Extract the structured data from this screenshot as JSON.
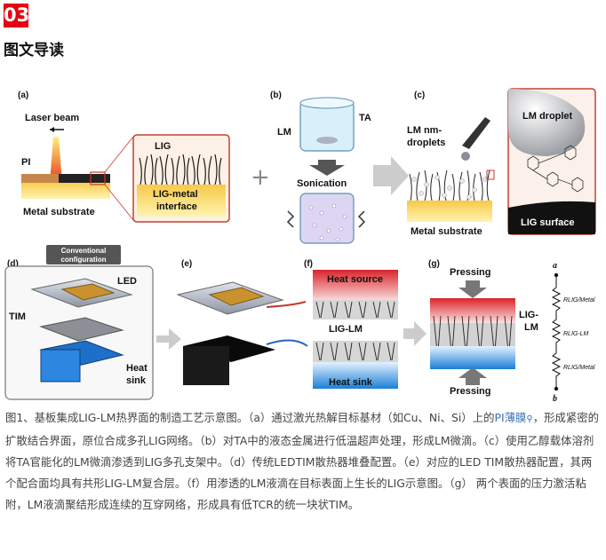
{
  "section": {
    "number": "03",
    "title": "图文导读"
  },
  "figure": {
    "panels": {
      "a": {
        "tag": "(a)",
        "laser": "Laser beam",
        "pi": "PI",
        "metal": "Metal substrate",
        "lig": "LIG",
        "interface_1": "LIG-metal",
        "interface_2": "interface"
      },
      "b": {
        "tag": "(b)",
        "lm": "LM",
        "ta": "TA",
        "sonication": "Sonication"
      },
      "c": {
        "tag": "(c)",
        "droplets_1": "LM nm-",
        "droplets_2": "droplets",
        "metal": "Metal substrate",
        "droplet": "LM droplet",
        "surface": "LIG surface"
      },
      "d": {
        "tag": "(d)",
        "conv_1": "Conventional",
        "conv_2": "configuration",
        "led": "LED",
        "tim": "TIM",
        "heat": "Heat",
        "sink": "sink"
      },
      "e": {
        "tag": "(e)"
      },
      "f": {
        "tag": "(f)",
        "source": "Heat source",
        "liglm": "LIG-LM",
        "sink": "Heat sink"
      },
      "g": {
        "tag": "(g)",
        "pressing_top": "Pressing",
        "pressing_bottom": "Pressing",
        "liglm_1": "LIG-",
        "liglm_2": "LM",
        "a": "a",
        "b": "b",
        "r1": "RLIG/Metal",
        "r2": "RLIG-LM",
        "r3": "RLIG/Metal"
      }
    }
  },
  "caption": {
    "part1": "图1、基板集成LIG-LM热界面的制造工艺示意图。（a）通过激光热解目标基材（如Cu、Ni、Si）上的",
    "link": "PI薄膜",
    "part2": "，形成紧密的扩散结合界面，原位合成多孔LIG网络。（b）对TA中的液态金属进行低温超声处理，形成LM微滴。（c）使用乙醇载体溶剂将TA官能化的LM微滴渗透到LIG多孔支架中。（d）传统LEDTIM散热器堆叠配置。（e）对应的LED TIM散热器配置，其两个配合面均具有共形LIG-LM复合层。（f）用渗透的LM液滴在目标表面上生长的LIG示意图。（g） 两个表面的压力激活粘附，LM液滴聚结形成连续的互穿网络，形成具有低TCR的统一块状TIM。",
    "last": "的互穿网络，形成具有低TCR的统一块状TIM。"
  }
}
